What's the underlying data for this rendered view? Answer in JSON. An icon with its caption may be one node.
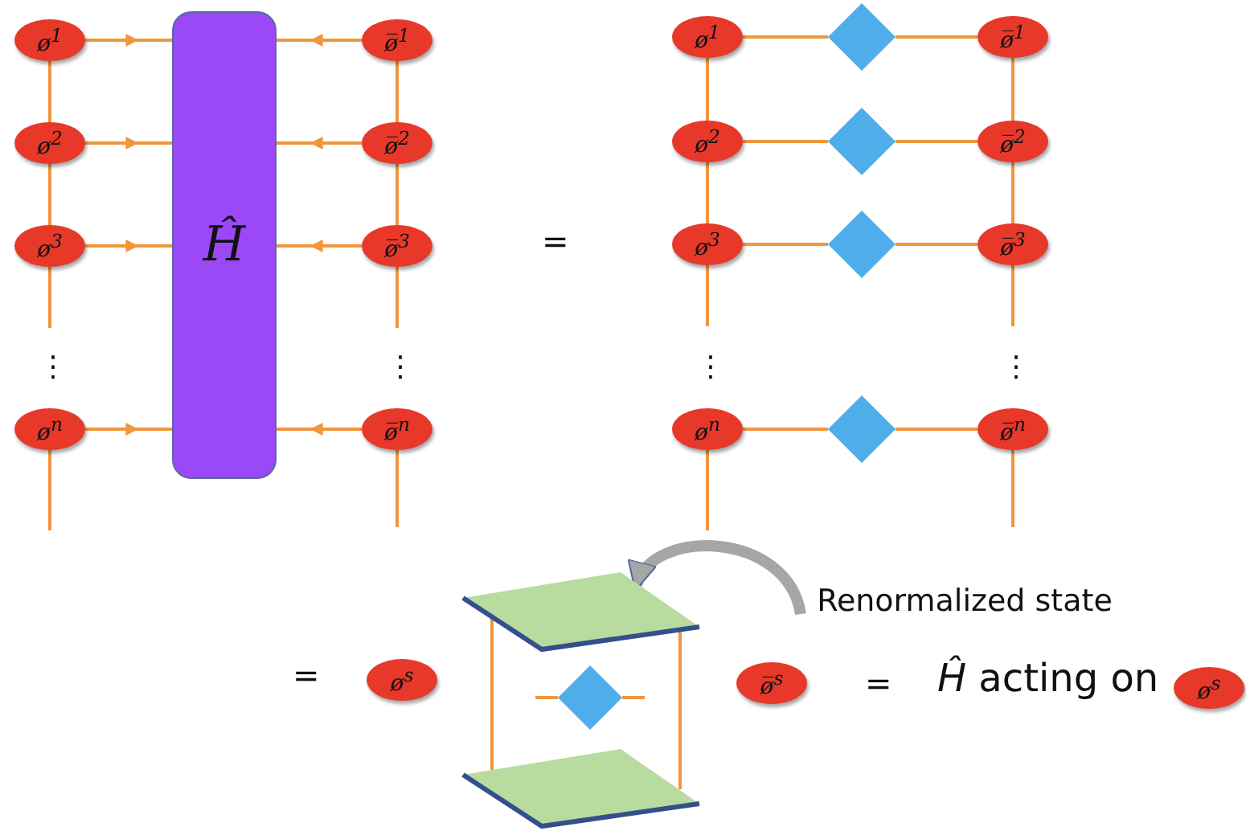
{
  "diagram": {
    "nodes": [
      {
        "text": [
          "ø$^{1}$"
        ]
      },
      {
        "text": [
          "ø$^{2}$"
        ]
      },
      {
        "text": [
          "ø$^{3}$"
        ]
      },
      {
        "text": [
          "ø$^{n}$"
        ]
      },
      {
        "text": [
          "Ĥ"
        ]
      },
      {
        "text": [
          "ø̅$^{1}$"
        ]
      },
      {
        "text": [
          "ø̅$^{2}$"
        ]
      },
      {
        "text": [
          "ø̅$^{3}$"
        ]
      },
      {
        "text": [
          "ø̅$^{n}$"
        ]
      },
      {
        "text": [
          "ø$^{1}$"
        ]
      },
      {
        "text": [
          "ø$^{2}$"
        ]
      },
      {
        "text": [
          "ø$^{3}$"
        ]
      },
      {
        "text": [
          "ø$^{n}$"
        ]
      },
      {
        "text": [],
        "shape": "diamond"
      },
      {
        "text": [],
        "shape": "diamond"
      },
      {
        "text": [],
        "shape": "diamond"
      },
      {
        "text": [],
        "shape": "diamond"
      },
      {
        "text": [
          "ø̅$^{1}$"
        ]
      },
      {
        "text": [
          "ø̅$^{2}$"
        ]
      },
      {
        "text": [
          "ø̅$^{3}$"
        ]
      },
      {
        "text": [
          "ø̅$^{n}$"
        ]
      },
      {
        "text": [
          "ø$^{s}$"
        ]
      },
      {
        "text": [],
        "shape": "box"
      },
      {
        "text": [],
        "shape": "box"
      },
      {
        "text": [],
        "shape": "diamond"
      },
      {
        "text": [
          "ø̅$^{s}$"
        ]
      },
      {
        "text": [
          "Renormalized state"
        ]
      },
      {
        "text": [
          "ø$^{s}$"
        ]
      }
    ],
    "edges": [
      {
        "from": 0,
        "to": 1,
        "arrow": "none"
      },
      {
        "from": 1,
        "to": 2,
        "arrow": "none"
      },
      {
        "from": 2,
        "to": null,
        "arrow": "none"
      },
      {
        "from": 3,
        "to": null,
        "arrow": "none"
      },
      {
        "from": 5,
        "to": 6,
        "arrow": "none"
      },
      {
        "from": 6,
        "to": 7,
        "arrow": "none"
      },
      {
        "from": 7,
        "to": null,
        "arrow": "none"
      },
      {
        "from": 8,
        "to": null,
        "arrow": "none"
      },
      {
        "from": 0,
        "to": 4,
        "arrow": "to"
      },
      {
        "from": 1,
        "to": 4,
        "arrow": "to"
      },
      {
        "from": 2,
        "to": 4,
        "arrow": "to"
      },
      {
        "from": 3,
        "to": 4,
        "arrow": "to"
      },
      {
        "from": 5,
        "to": 4,
        "arrow": "to"
      },
      {
        "from": 6,
        "to": 4,
        "arrow": "to"
      },
      {
        "from": 7,
        "to": 4,
        "arrow": "to"
      },
      {
        "from": 8,
        "to": 4,
        "arrow": "to"
      },
      {
        "from": 9,
        "to": 10,
        "arrow": "none"
      },
      {
        "from": 10,
        "to": 11,
        "arrow": "none"
      },
      {
        "from": 11,
        "to": null,
        "arrow": "none"
      },
      {
        "from": 12,
        "to": null,
        "arrow": "none"
      },
      {
        "from": 17,
        "to": 18,
        "arrow": "none"
      },
      {
        "from": 18,
        "to": 19,
        "arrow": "none"
      },
      {
        "from": 19,
        "to": null,
        "arrow": "none"
      },
      {
        "from": 20,
        "to": null,
        "arrow": "none"
      },
      {
        "from": 9,
        "to": 13,
        "arrow": "none"
      },
      {
        "from": 13,
        "to": 17,
        "arrow": "none"
      },
      {
        "from": 10,
        "to": 14,
        "arrow": "none"
      },
      {
        "from": 14,
        "to": 18,
        "arrow": "none"
      },
      {
        "from": 11,
        "to": 15,
        "arrow": "none"
      },
      {
        "from": 15,
        "to": 19,
        "arrow": "none"
      },
      {
        "from": 12,
        "to": 16,
        "arrow": "none"
      },
      {
        "from": 16,
        "to": 20,
        "arrow": "none"
      },
      {
        "from": 22,
        "to": 23,
        "arrow": "none"
      },
      {
        "from": 22,
        "to": 23,
        "arrow": "none"
      },
      {
        "from": 24,
        "to": null,
        "arrow": "none"
      },
      {
        "from": 24,
        "to": null,
        "arrow": "none"
      },
      {
        "from": 26,
        "to": 22,
        "arrow": "to",
        "style": "thick",
        "color": "#a6a6a6"
      }
    ],
    "labels": [
      "=",
      "⋮",
      "⋮",
      "⋮",
      "⋮",
      "=",
      "=",
      "*Ĥ* acting on"
    ]
  }
}
